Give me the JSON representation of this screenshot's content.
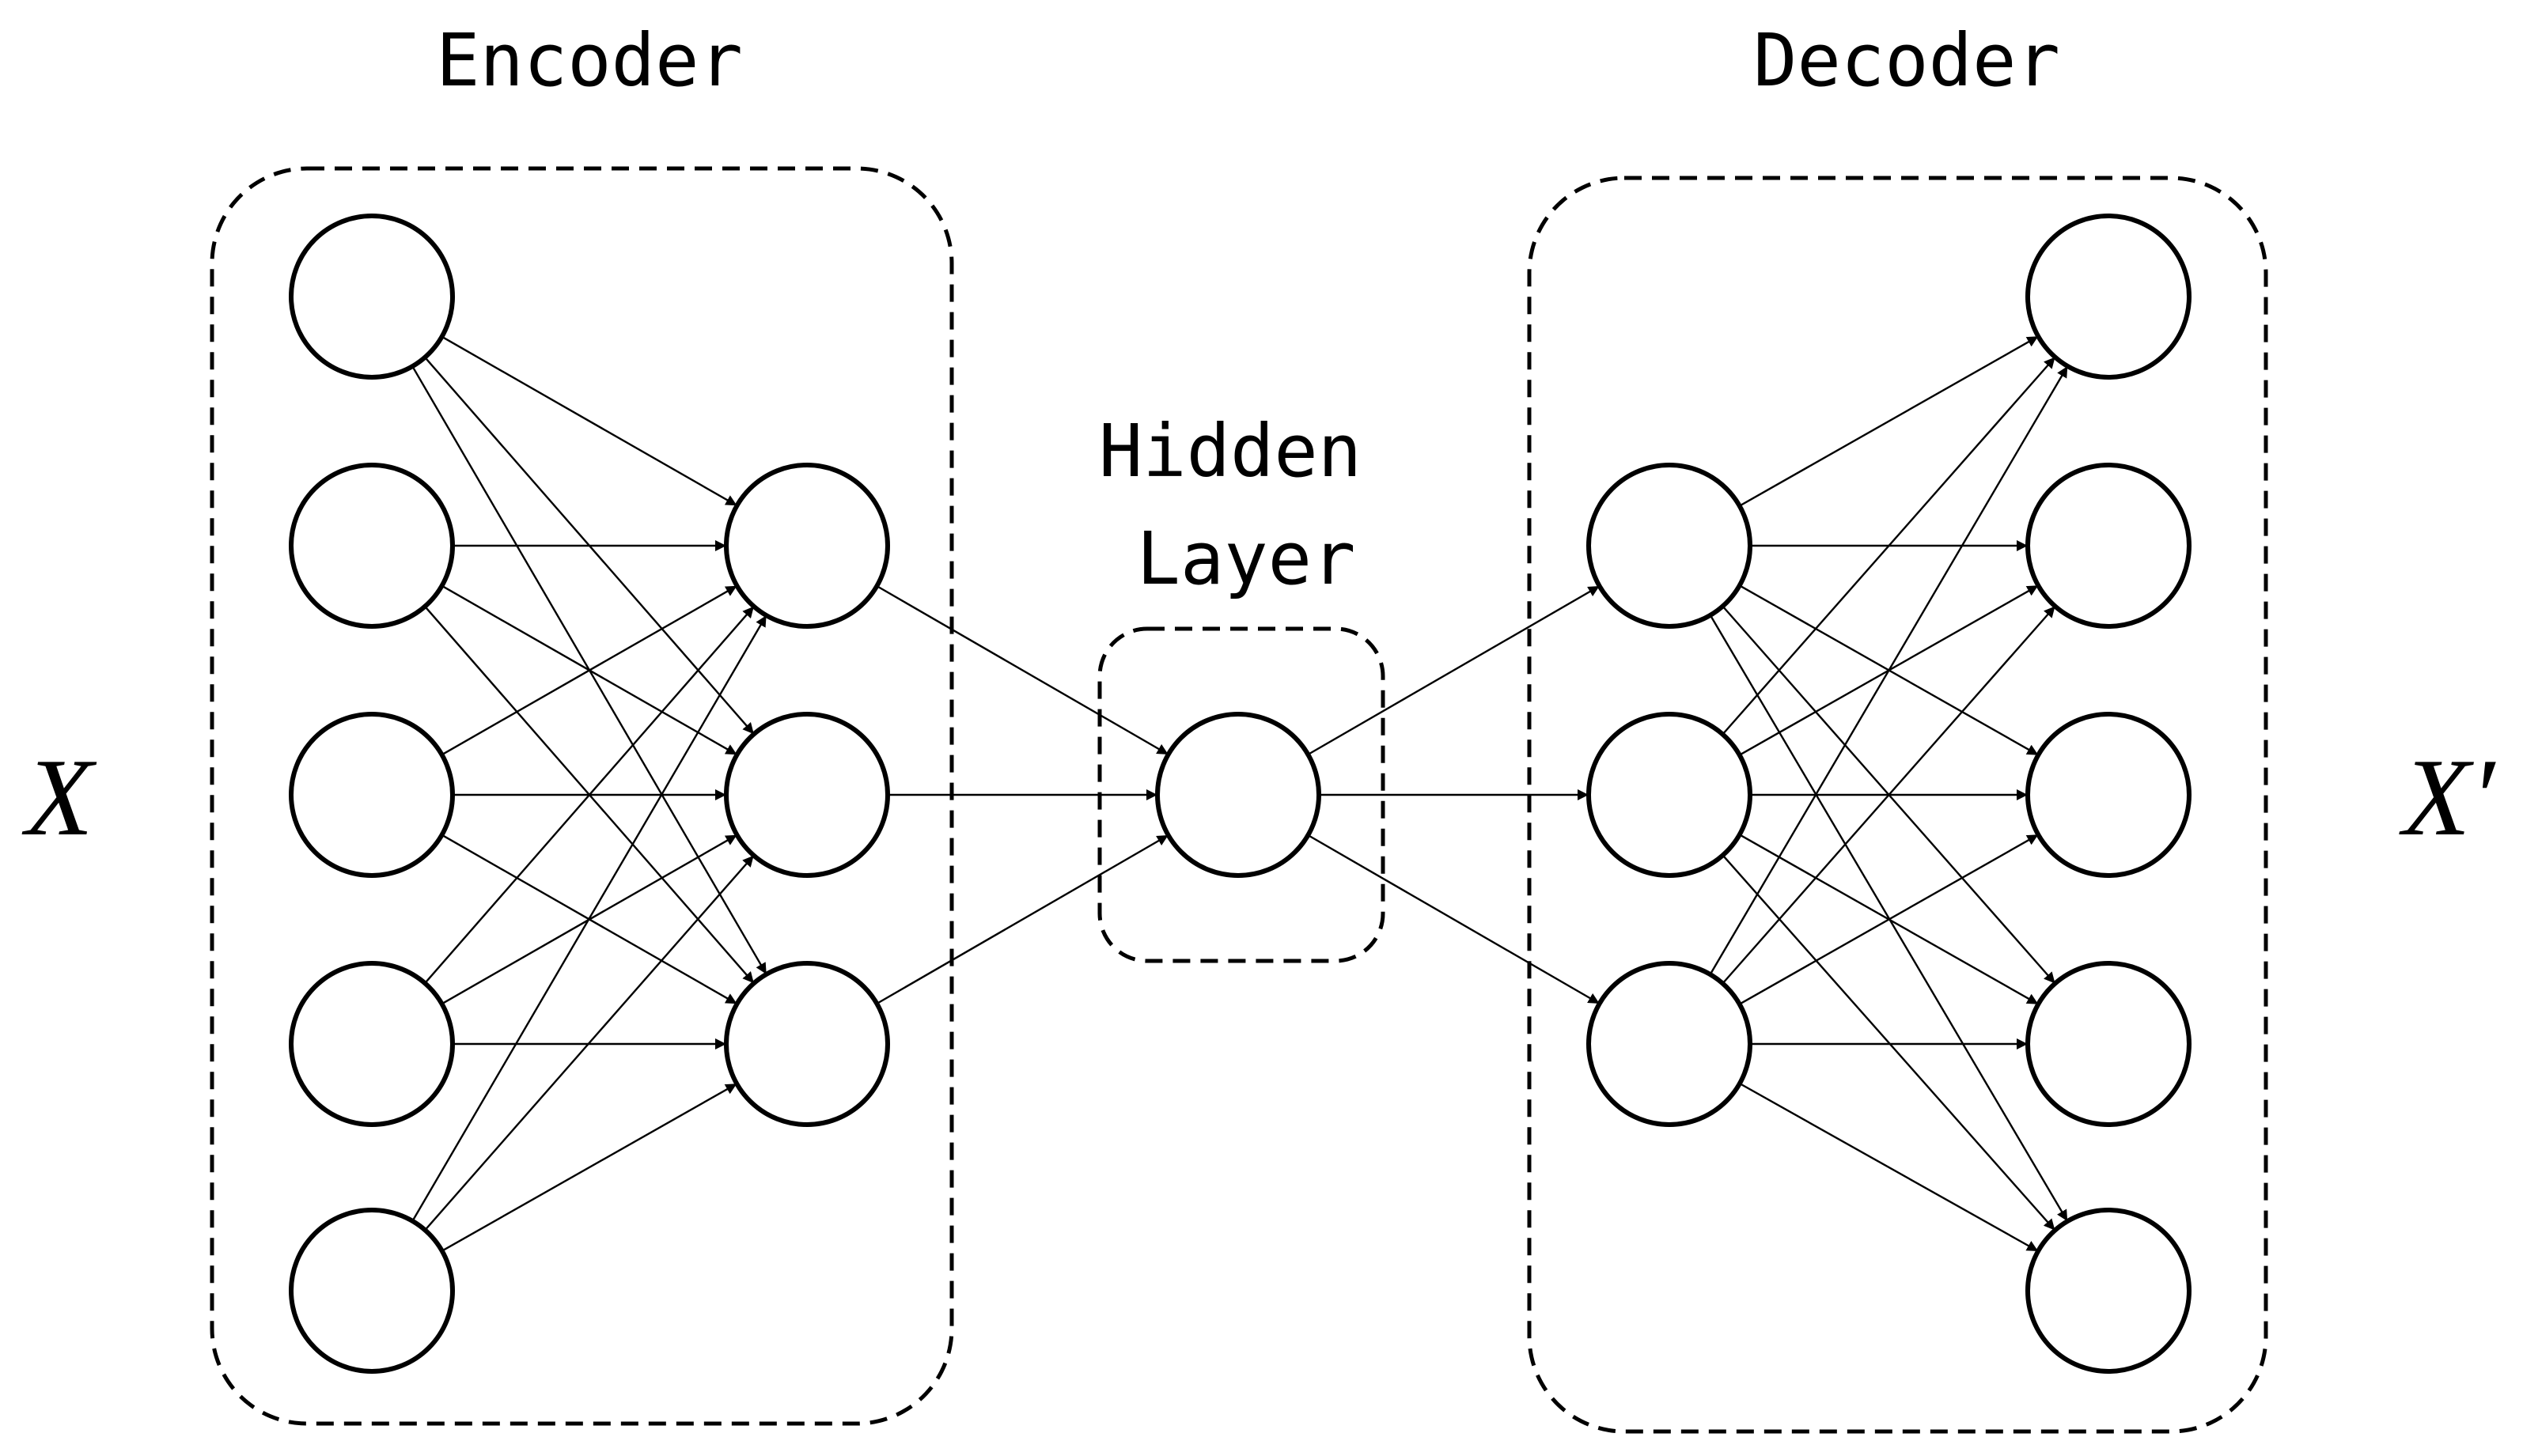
{
  "labels": {
    "encoder": "Encoder",
    "decoder": "Decoder",
    "hidden_line1": "Hidden",
    "hidden_line2": "Layer",
    "input": "X",
    "output": "X′"
  },
  "network": {
    "layer_sizes": [
      5,
      3,
      1,
      3,
      5
    ],
    "connectivity": "fully-connected",
    "direction": "left-to-right"
  },
  "colors": {
    "stroke": "#000000",
    "node_fill": "#ffffff",
    "background": "#ffffff"
  }
}
